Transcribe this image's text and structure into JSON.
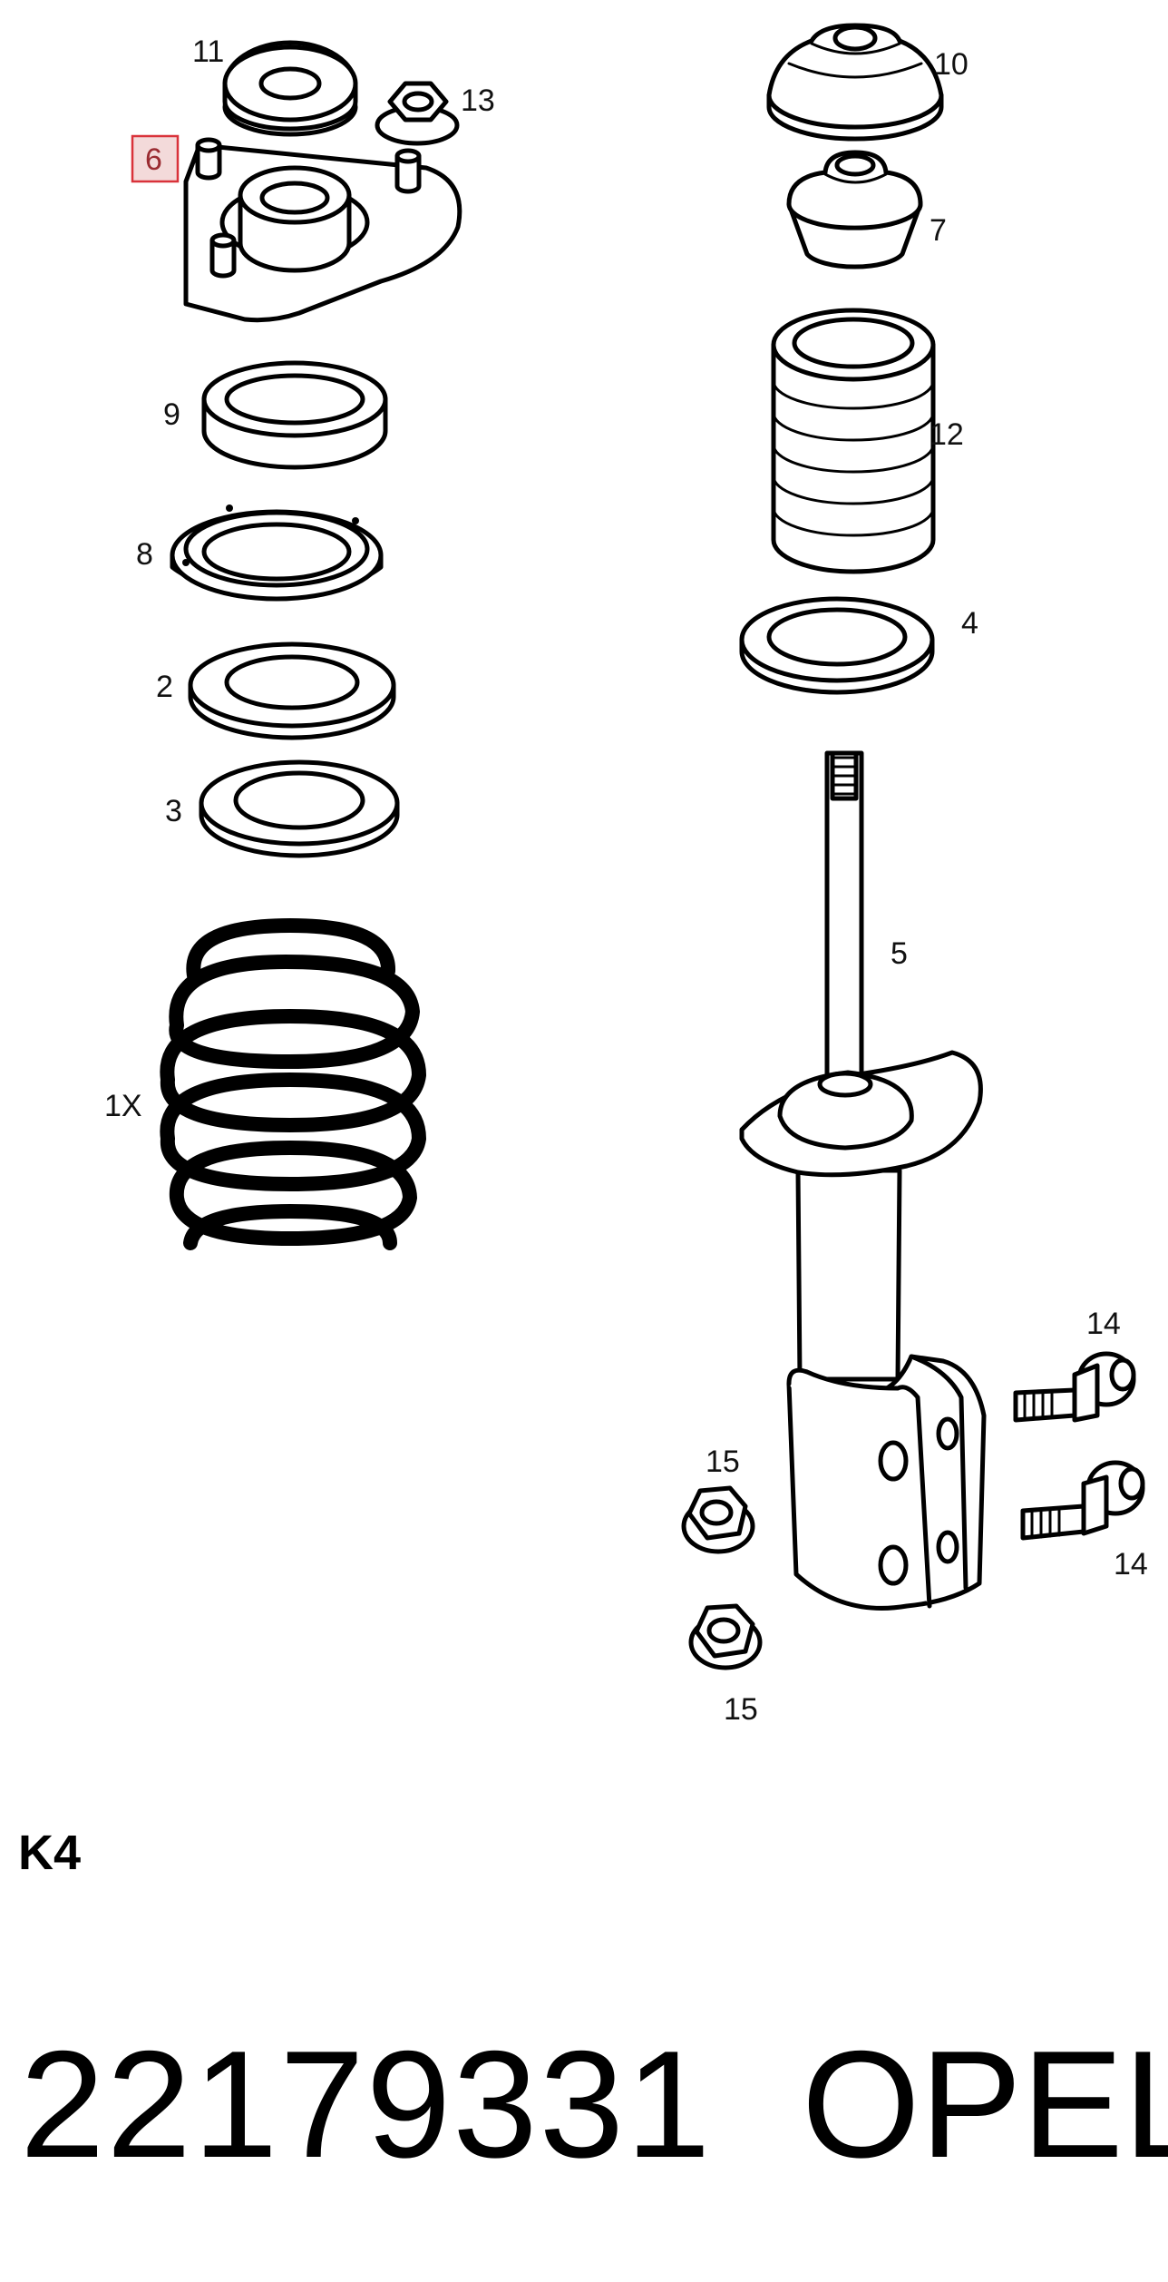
{
  "diagram": {
    "callouts": {
      "c1x": "1X",
      "c2": "2",
      "c3": "3",
      "c4": "4",
      "c5": "5",
      "c6": "6",
      "c7": "7",
      "c8": "8",
      "c9": "9",
      "c10": "10",
      "c11": "11",
      "c12": "12",
      "c13": "13",
      "c14a": "14",
      "c14b": "14",
      "c15a": "15",
      "c15b": "15"
    },
    "highlighted_callout": "6",
    "highlight_color": "#d9323a"
  },
  "section_code": "K4",
  "footer": {
    "part_number": "22179331",
    "brand": "OPEL"
  }
}
